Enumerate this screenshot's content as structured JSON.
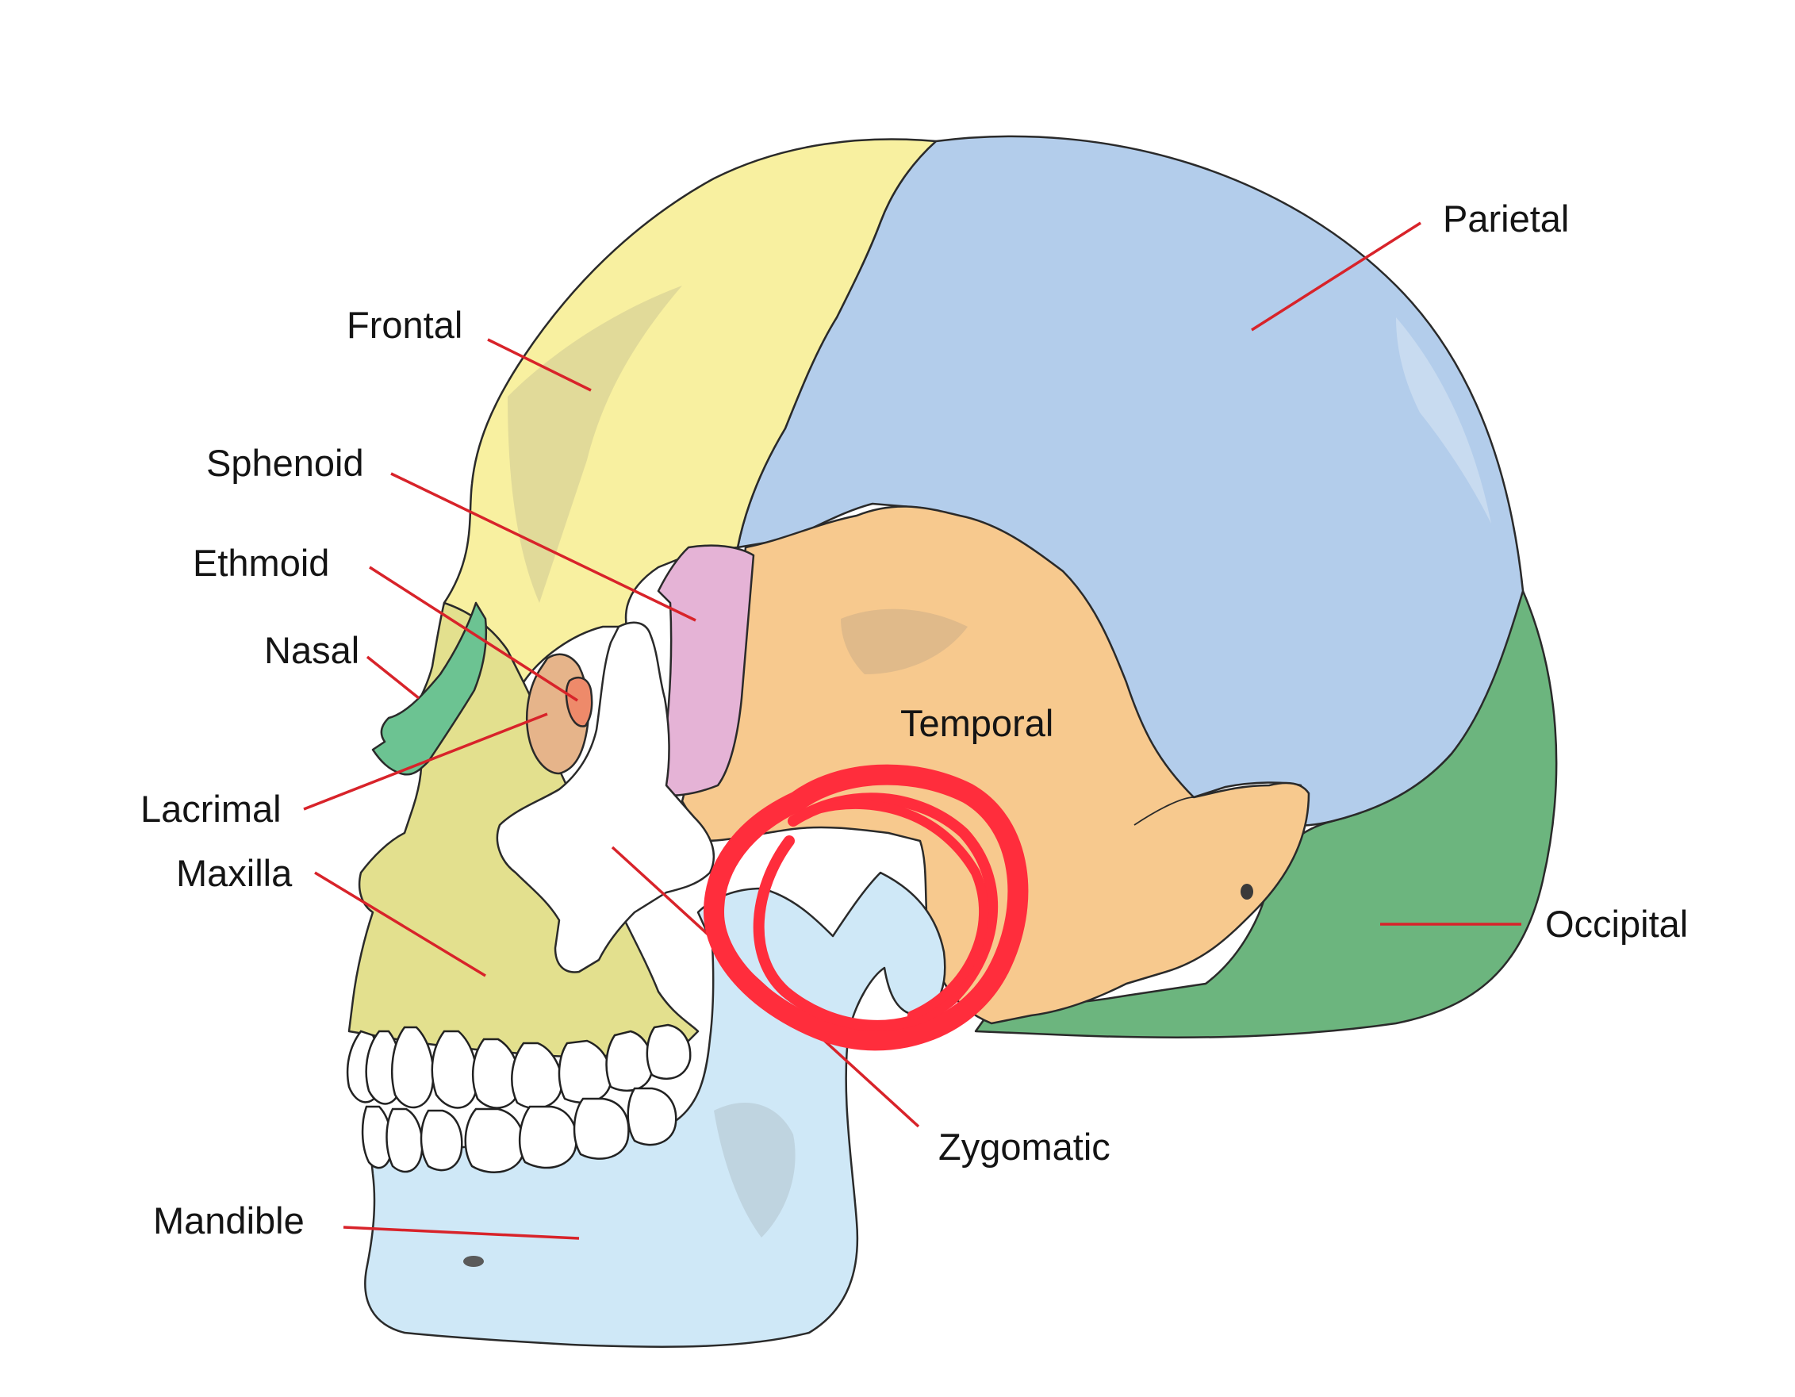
{
  "labels": {
    "parietal": "Parietal",
    "frontal": "Frontal",
    "sphenoid": "Sphenoid",
    "ethmoid": "Ethmoid",
    "nasal": "Nasal",
    "temporal": "Temporal",
    "lacrimal": "Lacrimal",
    "maxilla": "Maxilla",
    "occipital": "Occipital",
    "zygomatic": "Zygomatic",
    "mandible": "Mandible"
  },
  "colors": {
    "frontal": "#f8f0a0",
    "parietal": "#b3cdeb",
    "temporal": "#f7c98e",
    "occipital": "#6cb57e",
    "sphenoid": "#e5b3d6",
    "ethmoid": "#ee8a6a",
    "nasal": "#6cc392",
    "lacrimal": "#e6b48a",
    "maxilla": "#e3e08e",
    "zygomatic": "#ffffff",
    "mandible": "#cfe8f7",
    "leader_line": "#d8232a",
    "annotation_circle": "#ff2d3c"
  }
}
